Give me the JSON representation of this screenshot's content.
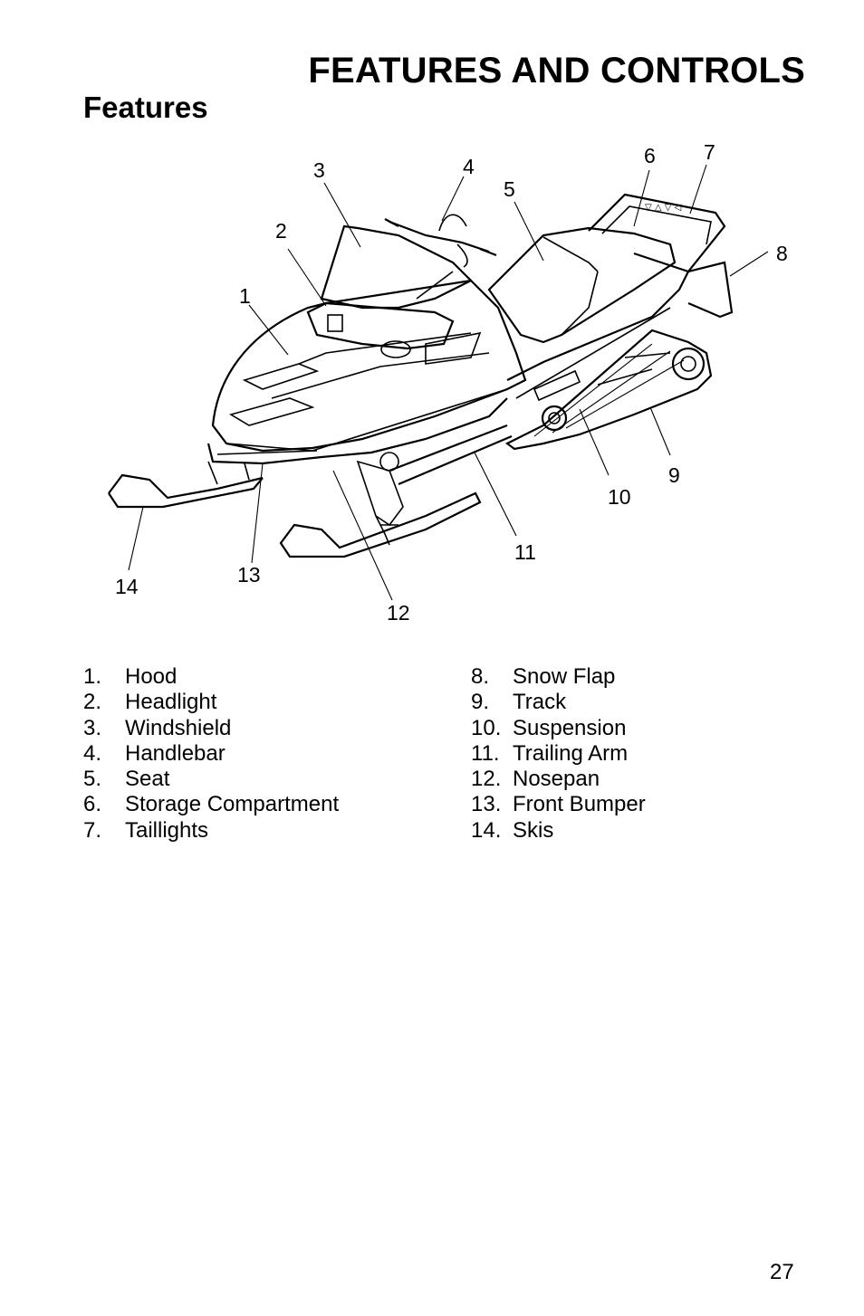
{
  "header": {
    "chapter_title": "FEATURES AND CONTROLS",
    "section_title": "Features"
  },
  "figure": {
    "illustration": "snowmobile-line-drawing",
    "callouts": [
      "1",
      "2",
      "3",
      "4",
      "5",
      "6",
      "7",
      "8",
      "9",
      "10",
      "11",
      "12",
      "13",
      "14"
    ]
  },
  "legend": {
    "left": [
      {
        "num": "1.",
        "label": "Hood"
      },
      {
        "num": "2.",
        "label": "Headlight"
      },
      {
        "num": "3.",
        "label": "Windshield"
      },
      {
        "num": "4.",
        "label": "Handlebar"
      },
      {
        "num": "5.",
        "label": "Seat"
      },
      {
        "num": "6.",
        "label": "Storage Compartment"
      },
      {
        "num": "7.",
        "label": "Taillights"
      }
    ],
    "right": [
      {
        "num": "8.",
        "label": "Snow Flap"
      },
      {
        "num": "9.",
        "label": "Track"
      },
      {
        "num": "10.",
        "label": "Suspension"
      },
      {
        "num": "11.",
        "label": "Trailing Arm"
      },
      {
        "num": "12.",
        "label": "Nosepan"
      },
      {
        "num": "13.",
        "label": "Front Bumper"
      },
      {
        "num": "14.",
        "label": "Skis"
      }
    ]
  },
  "footer": {
    "page_number": "27"
  }
}
